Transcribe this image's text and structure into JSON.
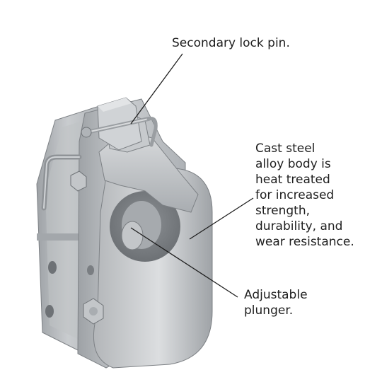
{
  "callouts": {
    "lock_pin": "Secondary lock pin.",
    "body": [
      "Cast steel",
      "alloy body is",
      "heat treated",
      "for increased",
      "strength,",
      "durability, and",
      "wear resistance."
    ],
    "plunger": [
      "Adjustable",
      "plunger."
    ]
  },
  "colors": {
    "metal_light": "#d4d6d8",
    "metal_mid": "#b7babd",
    "metal_dark": "#8e9296",
    "leader_line": "#1e1e1e"
  }
}
